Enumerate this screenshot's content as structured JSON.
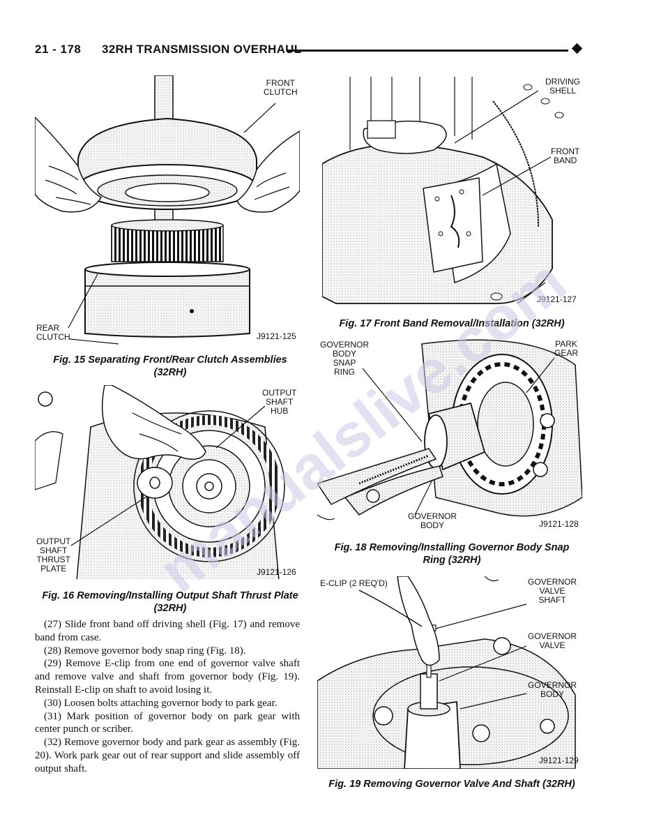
{
  "header": {
    "page_number": "21 - 178",
    "title": "32RH TRANSMISSION OVERHAUL"
  },
  "fig15": {
    "labels": {
      "front_clutch": "FRONT\nCLUTCH",
      "rear_clutch": "REAR\nCLUTCH",
      "code": "J9121-125"
    },
    "caption": "Fig. 15 Separating Front/Rear Clutch Assemblies (32RH)"
  },
  "fig16": {
    "labels": {
      "output_shaft_hub": "OUTPUT\nSHAFT\nHUB",
      "thrust_plate": "OUTPUT\nSHAFT\nTHRUST\nPLATE",
      "code": "J9121-126"
    },
    "caption": "Fig. 16 Removing/Installing Output Shaft Thrust Plate (32RH)"
  },
  "fig17": {
    "labels": {
      "driving_shell": "DRIVING\nSHELL",
      "front_band": "FRONT\nBAND",
      "code": "J9121-127"
    },
    "caption": "Fig. 17 Front Band Removal/Installation (32RH)"
  },
  "fig18": {
    "labels": {
      "snap_ring": "GOVERNOR\nBODY\nSNAP\nRING",
      "park_gear": "PARK\nGEAR",
      "governor_body": "GOVERNOR\nBODY",
      "code": "J9121-128"
    },
    "caption": "Fig. 18 Removing/Installing Governor Body Snap Ring (32RH)"
  },
  "fig19": {
    "labels": {
      "eclip": "E-CLIP (2 REQ'D)",
      "valve_shaft": "GOVERNOR\nVALVE\nSHAFT",
      "valve": "GOVERNOR\nVALVE",
      "body": "GOVERNOR\nBODY",
      "code": "J9121-129"
    },
    "caption": "Fig. 19 Removing Governor Valve And Shaft (32RH)"
  },
  "body_paragraphs": [
    "(27) Slide front band off driving shell (Fig. 17) and remove band from case.",
    "(28) Remove governor body snap ring (Fig. 18).",
    "(29) Remove E-clip from one end of governor valve shaft and remove valve and shaft from governor body (Fig. 19). Reinstall E-clip on shaft to avoid losing it.",
    "(30) Loosen bolts attaching governor body to park gear.",
    "(31) Mark position of governor body on park gear with center punch or scriber.",
    "(32) Remove governor body and park gear as assembly (Fig. 20). Work park gear out of rear support and slide assembly off output shaft."
  ],
  "watermark": {
    "text": "manualslive.com",
    "color": "#c9c9e6"
  }
}
